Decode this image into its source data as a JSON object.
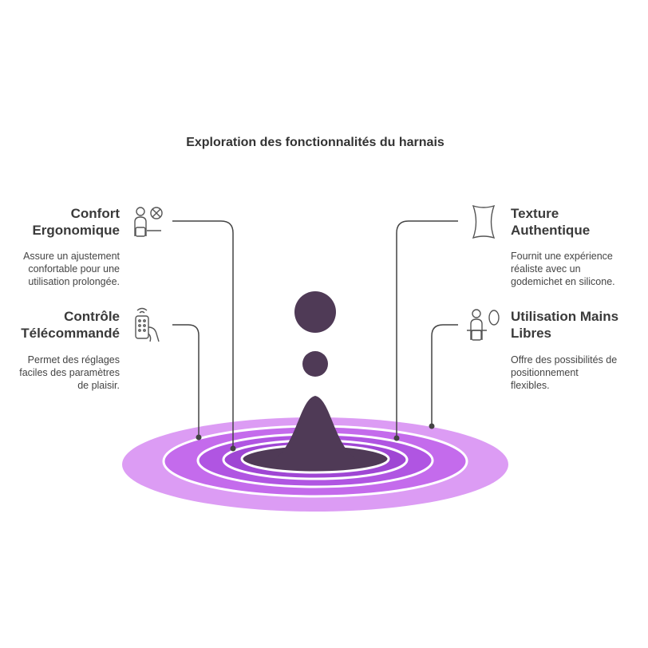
{
  "title": "Exploration des fonctionnalités du harnais",
  "items": [
    {
      "heading_1": "Confort",
      "heading_2": "Ergonomique",
      "desc_1": "Assure un ajustement",
      "desc_2": "confortable pour une",
      "desc_3": "utilisation prolongée.",
      "icon": "person-cross-icon"
    },
    {
      "heading_1": "Contrôle",
      "heading_2": "Télécommandé",
      "desc_1": "Permet des réglages",
      "desc_2": "faciles des paramètres",
      "desc_3": "de plaisir.",
      "icon": "remote-control-icon"
    },
    {
      "heading_1": "Texture",
      "heading_2": "Authentique",
      "desc_1": "Fournit une expérience",
      "desc_2": "réaliste avec un",
      "desc_3": "godemichet en silicone.",
      "icon": "hourglass-shape-icon"
    },
    {
      "heading_1": "Utilisation Mains",
      "heading_2": "Libres",
      "desc_1": "Offre des possibilités de",
      "desc_2": "positionnement",
      "desc_3": "flexibles.",
      "icon": "person-oval-icon"
    }
  ],
  "colors": {
    "ring_outer": "#dc9cf4",
    "ring_mid": "#b85ce6",
    "ring_inner": "#9a45cf",
    "drop": "#4f3a56",
    "line": "#444444"
  }
}
